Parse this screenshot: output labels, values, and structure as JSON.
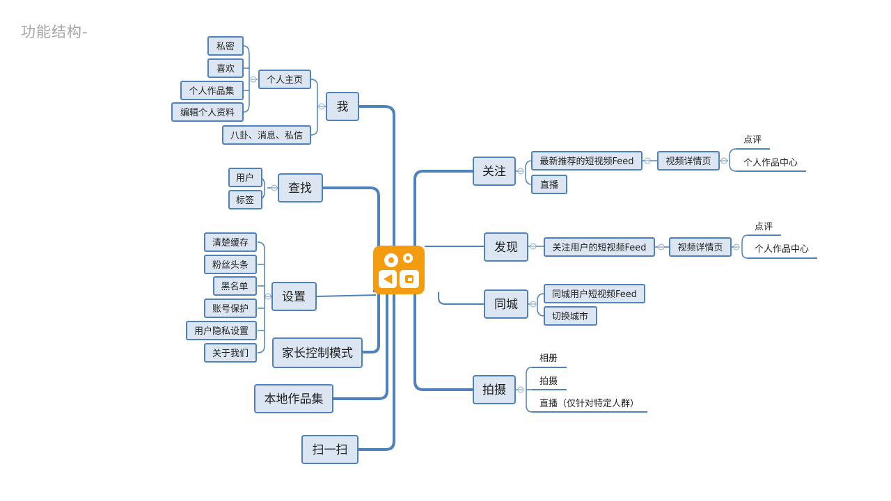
{
  "page_title": "功能结构-",
  "center_icon": {
    "name": "orange-camera-app-icon",
    "bg": "#f39c12",
    "fg": "#ffffff"
  },
  "colors": {
    "node_fill": "#dce6f2",
    "node_stroke": "#4f81bd",
    "line": "#4f81bd",
    "title": "#a6a6a6"
  },
  "left": {
    "me": {
      "label": "我",
      "profile": {
        "label": "个人主页",
        "items": [
          "私密",
          "喜欢",
          "个人作品集",
          "编辑个人资料"
        ]
      },
      "gossip": "八卦、消息、私信"
    },
    "search": {
      "label": "查找",
      "items": [
        "用户",
        "标签"
      ]
    },
    "settings": {
      "label": "设置",
      "items": [
        "清楚缓存",
        "粉丝头条",
        "黑名单",
        "账号保护",
        "用户隐私设置",
        "关于我们"
      ]
    },
    "parental": "家长控制模式",
    "local": "本地作品集",
    "scan": "扫一扫"
  },
  "right": {
    "follow": {
      "label": "关注",
      "feed": "最新推荐的短视频Feed",
      "detail": "视频详情页",
      "leaves": [
        "点评",
        "个人作品中心"
      ],
      "live": "直播"
    },
    "discover": {
      "label": "发现",
      "feed": "关注用户的短视频Feed",
      "detail": "视频详情页",
      "leaves": [
        "点评",
        "个人作品中心"
      ]
    },
    "city": {
      "label": "同城",
      "items": [
        "同城用户短视频Feed",
        "切换城市"
      ]
    },
    "shoot": {
      "label": "拍摄",
      "leaves": [
        "相册",
        "拍摄",
        "直播（仅针对特定人群）"
      ]
    }
  }
}
